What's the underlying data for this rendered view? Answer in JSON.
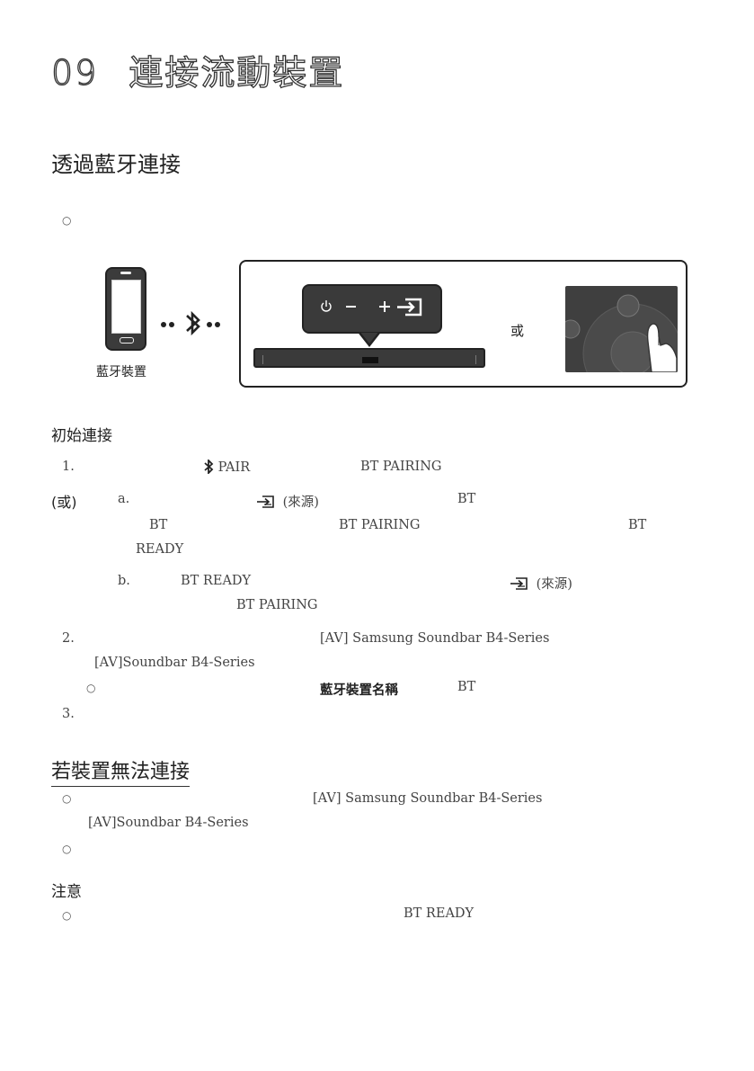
{
  "header": {
    "chapter_num": "09",
    "chapter_title": "連接流動裝置"
  },
  "section1": {
    "title": "透過藍牙連接",
    "bullet": "○"
  },
  "figure": {
    "phone_label": "藍牙裝置",
    "or_label": "或",
    "panel_icons": [
      "power-icon",
      "minus-icon",
      "plus-icon",
      "source-icon"
    ]
  },
  "initial": {
    "title": "初始連接",
    "step1": {
      "num": "1.",
      "pair": "PAIR",
      "bt_pairing": "BT PAIRING"
    },
    "or_label": "(或)",
    "step_a": {
      "letter": "a.",
      "source": "(來源)",
      "bt1": "BT",
      "bt2": "BT",
      "bt_pairing": "BT PAIRING",
      "bt3": "BT",
      "ready": "READY"
    },
    "step_b": {
      "letter": "b.",
      "bt_ready": "BT READY",
      "source": "(來源)",
      "bt_pairing": "BT PAIRING"
    },
    "step2": {
      "num": "2.",
      "name1": "[AV] Samsung Soundbar B4-Series",
      "name2": "[AV]Soundbar B4-Series",
      "bullet": "○",
      "device_name": "藍牙裝置名稱",
      "bt": "BT"
    },
    "step3": {
      "num": "3."
    }
  },
  "fail": {
    "title": "若裝置無法連接",
    "bullet": "○",
    "name1": "[AV] Samsung Soundbar B4-Series",
    "name2": "[AV]Soundbar B4-Series",
    "bullet2": "○"
  },
  "note": {
    "title": "注意",
    "bullet": "○",
    "bt_ready": "BT READY"
  }
}
